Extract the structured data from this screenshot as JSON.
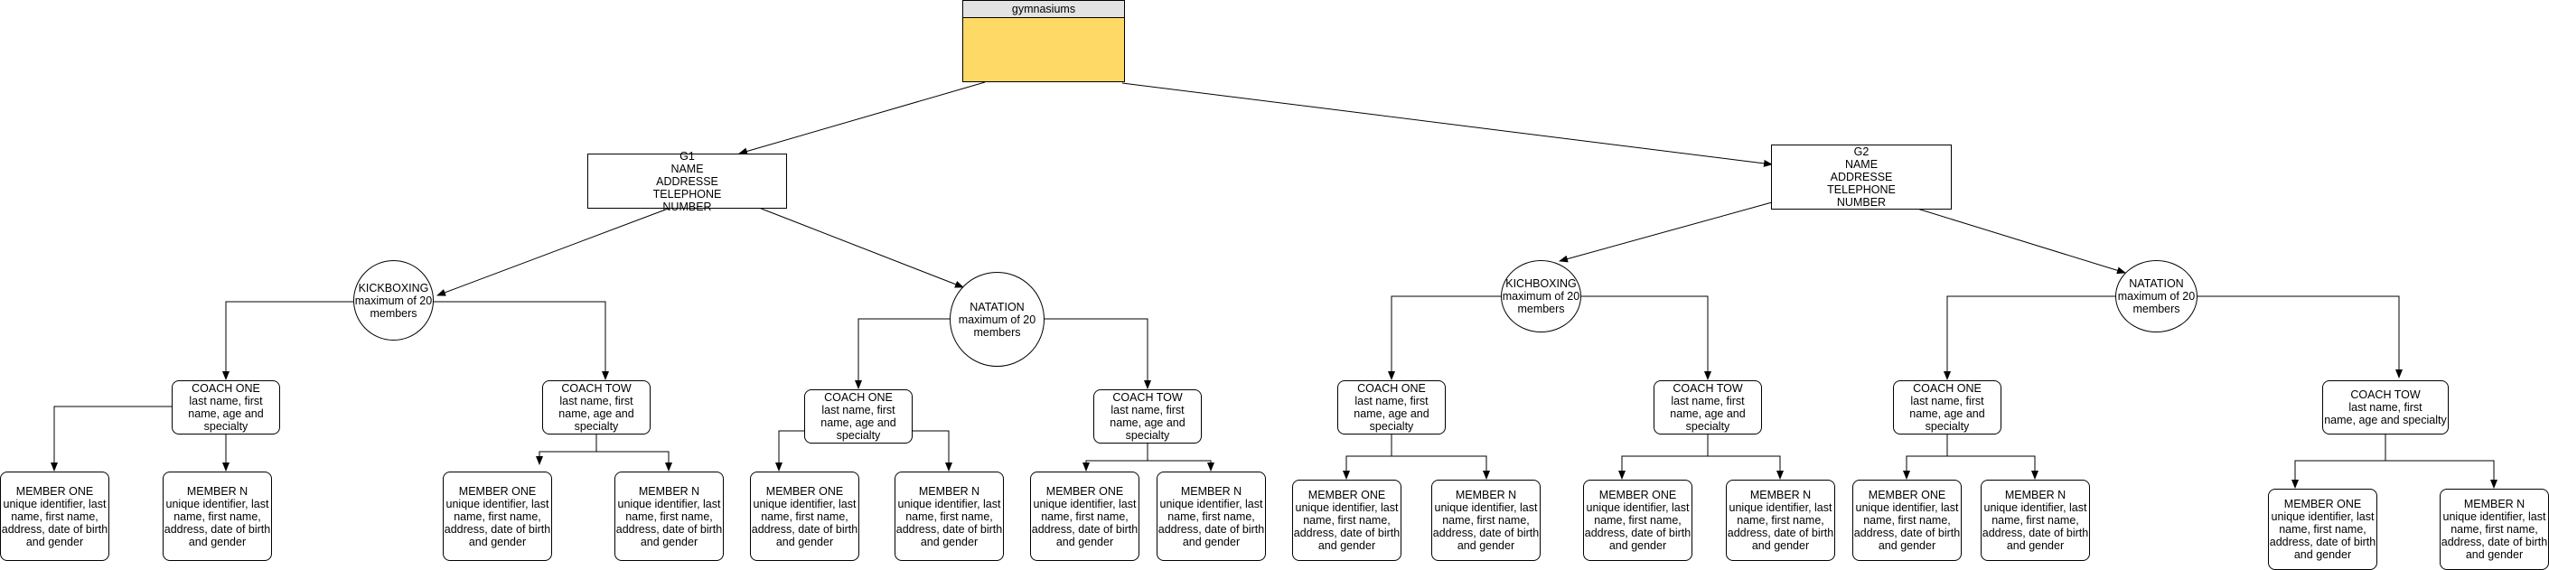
{
  "root": {
    "title": "gymnasiums"
  },
  "gyms": [
    {
      "lines": [
        "G1",
        "NAME",
        "ADDRESSE",
        "TELEPHONE",
        "NUMBER"
      ],
      "kickboxing": [
        "KICKBOXING",
        "maximum of 20",
        "members"
      ],
      "natation": [
        "NATATION",
        "maximum of 20",
        "members"
      ],
      "coaches": [
        [
          "COACH ONE",
          "last name, first",
          "name, age and",
          "specialty"
        ],
        [
          "COACH TOW",
          "last name, first",
          "name, age and",
          "specialty"
        ],
        [
          "COACH ONE",
          "last name, first",
          "name, age and",
          "specialty"
        ],
        [
          "COACH TOW",
          "last name, first",
          "name, age and",
          "specialty"
        ]
      ]
    },
    {
      "lines": [
        "G2",
        "NAME",
        "ADDRESSE",
        "TELEPHONE",
        "NUMBER"
      ],
      "kickboxing": [
        "KICHBOXING",
        "maximum of 20",
        "members"
      ],
      "natation": [
        "NATATION",
        "maximum of 20",
        "members"
      ],
      "coaches": [
        [
          "COACH ONE",
          "last name, first",
          "name, age and",
          "specialty"
        ],
        [
          "COACH TOW",
          "last name, first",
          "name, age and",
          "specialty"
        ],
        [
          "COACH ONE",
          "last name, first",
          "name, age and",
          "specialty"
        ],
        [
          "COACH TOW",
          "last name, first",
          "name, age and specialty"
        ]
      ]
    }
  ],
  "member_one": [
    "MEMBER ONE",
    "unique identifier, last",
    "name, first name,",
    "address, date of birth",
    "and gender"
  ],
  "member_n": [
    "MEMBER N",
    "unique identifier, last",
    "name, first name,",
    "address, date of birth",
    "and gender"
  ]
}
